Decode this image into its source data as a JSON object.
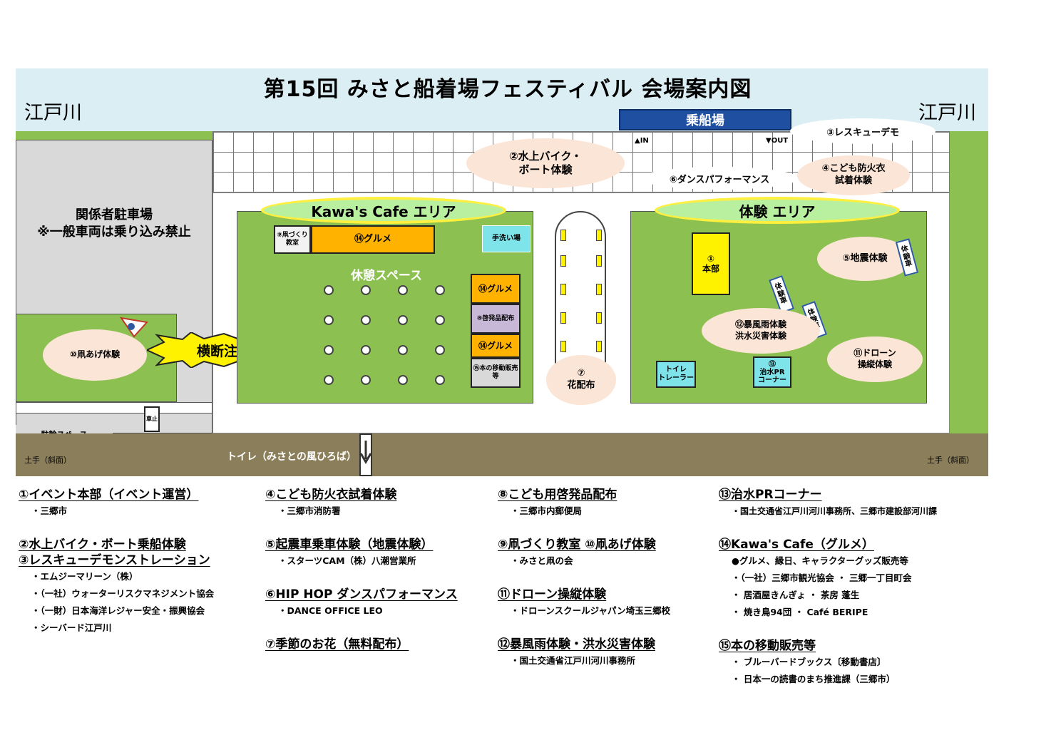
{
  "map": {
    "title": "第15回 みさと船着場フェスティバル 会場案内図",
    "river_left": "江戸川",
    "river_right": "江戸川",
    "boarding": "乗船場",
    "in_label": "▲IN",
    "out_label": "▼OUT",
    "rescue_demo": "③レスキューデモ",
    "jet_ski": "②水上バイク・\nボート体験",
    "dance": "⑥ダンスパフォーマンス",
    "fire_suit": "④こども防火衣\n試着体験",
    "staff_parking": "関係者駐車場\n※一般車両は乗り込み禁止",
    "kawa_cafe_area": "Kawa's Cafe エリア",
    "kite_class": "⑨凧づくり教室",
    "gourmet_top": "⑭グルメ",
    "handwash": "手洗い場",
    "rest_space": "休憩スペース",
    "gourmet_right1": "⑭グルメ",
    "pamphlet": "⑧啓発品配布",
    "gourmet_right2": "⑭グルメ",
    "book_sales": "⑮本の移動販売等",
    "kite_flying": "⑩凧あげ体験",
    "crossing_caution": "横断注意",
    "flowers": "⑦\n花配布",
    "experience_area": "体験 エリア",
    "hq": "①\n本部",
    "earthquake": "⑤地震体験",
    "quake_car1": "体験車",
    "quake_car2": "体験車",
    "quake_car3": "体験車",
    "storm": "⑫暴風雨体験\n洪水災害体験",
    "drone": "⑪ドローン\n操縦体験",
    "toilet_trailer": "トイレ\nトレーラー",
    "flood_pr": "⑬\n治水PR\nコーナー",
    "car_stop": "車止",
    "bike_parking": "駐輪スペース",
    "bank_left": "土手（斜面）",
    "bank_right": "土手（斜面）",
    "toilet_direction": "トイレ（みさとの風ひろば）"
  },
  "legend": {
    "col1": [
      {
        "head": "①イベント本部（イベント運営）",
        "items": [
          "・三郷市"
        ]
      },
      {
        "head": "②水上バイク・ボート乗船体験",
        "items": []
      },
      {
        "head": "③レスキューデモンストレーション",
        "items": [
          "・エムジーマリーン（株）",
          "・（一社）ウォーターリスクマネジメント協会",
          "・（一財）日本海洋レジャー安全・振興協会",
          "・シーバード江戸川"
        ]
      }
    ],
    "col2": [
      {
        "head": "④こども防火衣試着体験",
        "items": [
          "・三郷市消防署"
        ]
      },
      {
        "head": "⑤起震車乗車体験（地震体験）",
        "items": [
          "・スターツCAM（株）八潮営業所"
        ]
      },
      {
        "head": "⑥HIP HOP ダンスパフォーマンス",
        "items": [
          "・DANCE OFFICE LEO"
        ]
      },
      {
        "head": "⑦季節のお花（無料配布）",
        "items": []
      }
    ],
    "col3": [
      {
        "head": "⑧こども用啓発品配布",
        "items": [
          "・三郷市内郵便局"
        ]
      },
      {
        "head": "⑨凧づくり教室 ⑩凧あげ体験",
        "items": [
          "・みさと凧の会"
        ]
      },
      {
        "head": "⑪ドローン操縦体験",
        "items": [
          "・ドローンスクールジャパン埼玉三郷校"
        ]
      },
      {
        "head": "⑫暴風雨体験・洪水災害体験",
        "items": [
          "・国土交通省江戸川河川事務所"
        ]
      }
    ],
    "col4": [
      {
        "head": "⑬治水PRコーナー",
        "items": [
          "・国土交通省江戸川河川事務所、三郷市建設部河川課"
        ]
      },
      {
        "head": "⑭Kawa's Cafe（グルメ）",
        "items": [
          "●グルメ、縁日、キャラクターグッズ販売等",
          "・（一社）三郷市観光協会 ・ 三郷一丁目町会",
          "・ 居酒屋きんぎょ ・ 茶房 蓬生",
          "・ 焼き鳥94団 ・ Café BERIPE"
        ]
      },
      {
        "head": "⑮本の移動販売等",
        "items": [
          "・ ブルーバードブックス〔移動書店〕",
          "・ 日本一の読書のまち推進課（三郷市）"
        ]
      }
    ]
  },
  "colors": {
    "sky": "#dbeef4",
    "grass": "#8cc152",
    "parking": "#d9d9d9",
    "bank": "#8b7e5a",
    "boarding": "#1f4fa0",
    "tan": "#fbe5d6",
    "gourmet": "#ffb300",
    "hq": "#fff200",
    "handwash": "#7fe3ea",
    "caution": "#fff200"
  }
}
